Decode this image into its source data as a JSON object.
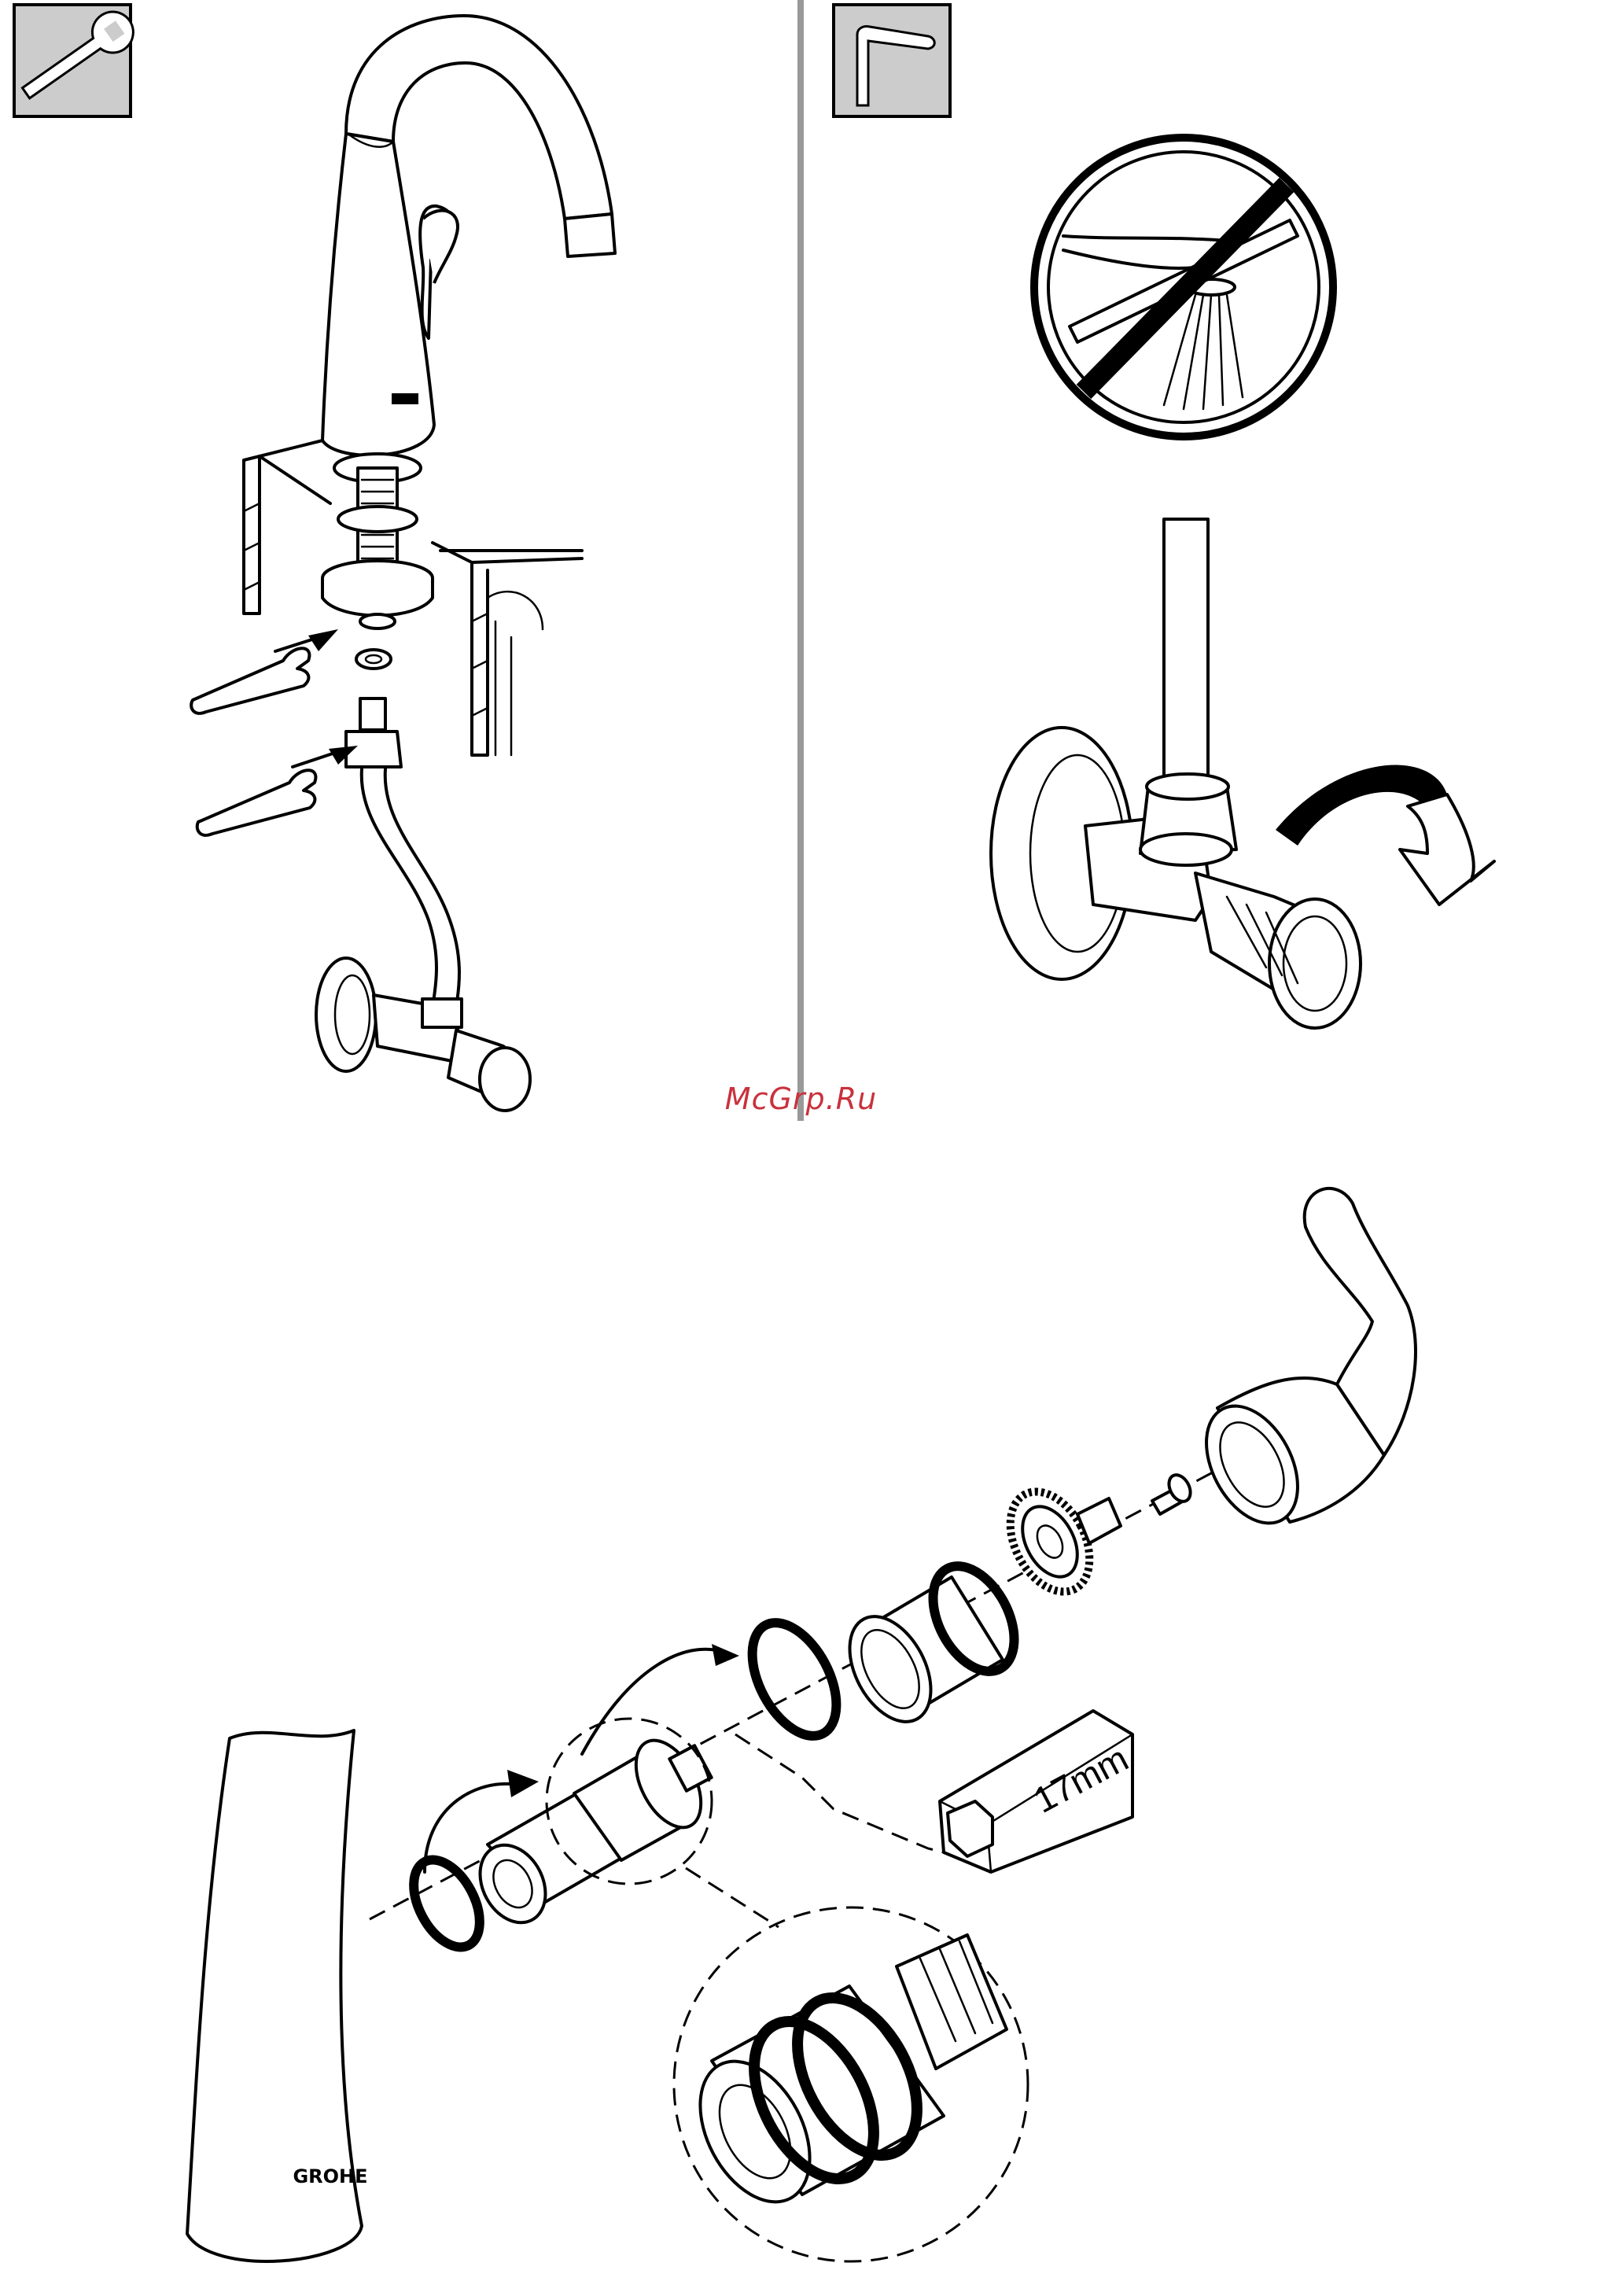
{
  "watermark": {
    "text": "McGrp.Ru",
    "color": "#c8323c"
  },
  "brand_mark": {
    "text": "GROHE"
  },
  "panels": [
    {
      "badge_icon": "wrench-icon"
    },
    {
      "badge_icon": "hex-key-icon"
    }
  ],
  "prohibition_sign": {
    "icon": "no-water-flow-icon"
  },
  "tool": {
    "size_label": "17mm",
    "icon": "hex-socket-17mm-icon"
  },
  "colors": {
    "line": "#000000",
    "badge_fill": "#cccccc",
    "divider": "#999999"
  }
}
